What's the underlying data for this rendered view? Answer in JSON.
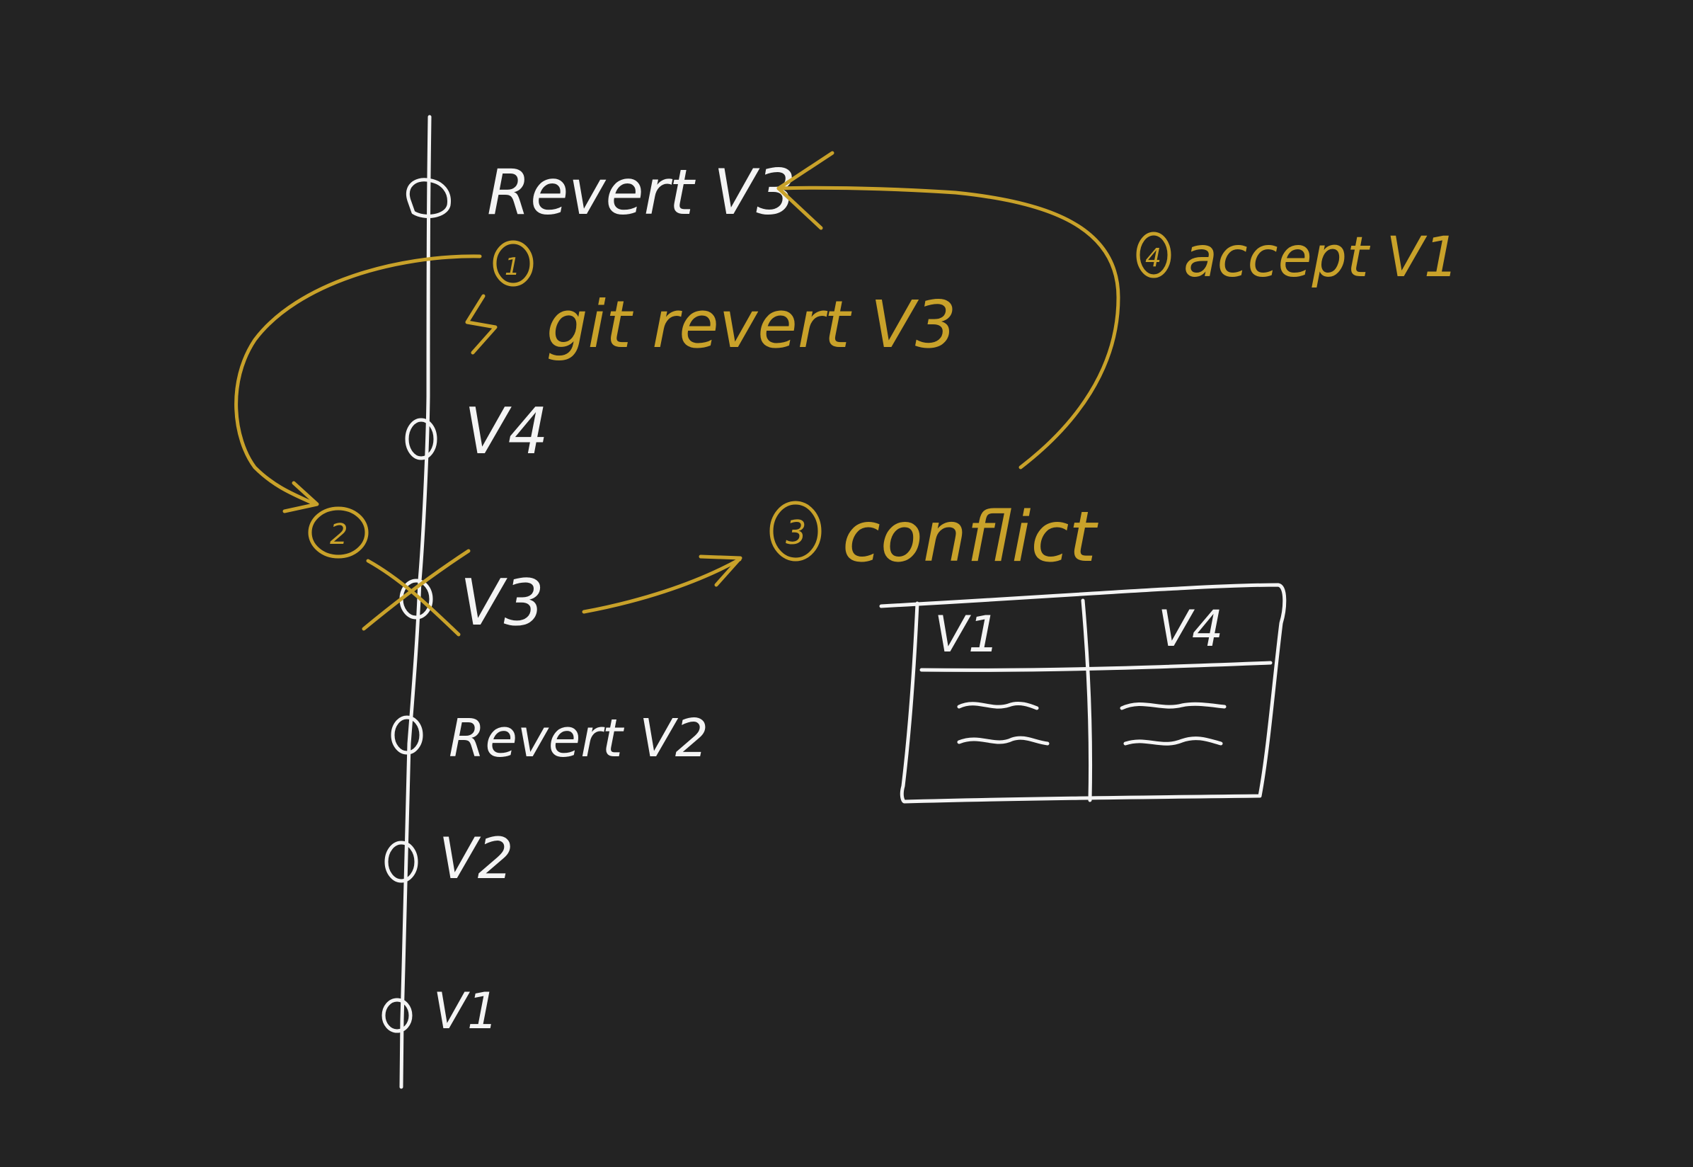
{
  "commits": [
    {
      "label": "Revert V3"
    },
    {
      "label": "V4"
    },
    {
      "label": "V3"
    },
    {
      "label": "Revert V2"
    },
    {
      "label": "V2"
    },
    {
      "label": "V1"
    }
  ],
  "steps": {
    "step1_number": "1",
    "step1_text": "git revert V3",
    "step2_number": "2",
    "step3_number": "3",
    "step3_text": "conflict",
    "step4_number": "4",
    "step4_text": "accept V1"
  },
  "conflict_table": {
    "headers": [
      "V1",
      "V4"
    ]
  },
  "colors": {
    "background": "#232323",
    "white_ink": "#f4f4f4",
    "gold_ink": "#c9a22a"
  }
}
